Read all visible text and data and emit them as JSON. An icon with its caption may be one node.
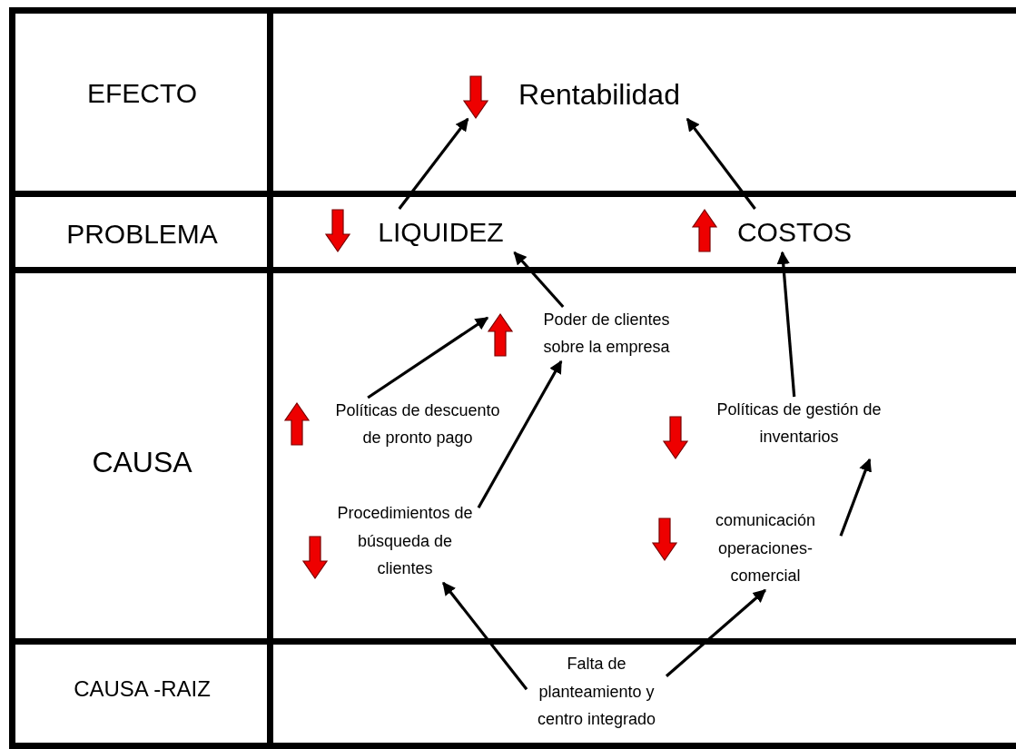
{
  "diagram": {
    "nodes": [
      {
        "text": [
          "Rentabilidad"
        ]
      },
      {
        "text": [
          "LIQUIDEZ"
        ]
      },
      {
        "text": [
          "COSTOS"
        ]
      },
      {
        "text": [
          "Poder de clientes sobre la empresa"
        ]
      },
      {
        "text": [
          "Políticas de descuento de pronto pago"
        ]
      },
      {
        "text": [
          "Políticas de gestión de inventarios"
        ]
      },
      {
        "text": [
          "Procedimientos de búsqueda de clientes"
        ]
      },
      {
        "text": [
          "comunicación operaciones-comercial"
        ]
      },
      {
        "text": [
          "Falta de planteamiento y centro integrado"
        ]
      }
    ],
    "edges": [
      {
        "from": 1,
        "to": 0,
        "arrow": "to"
      },
      {
        "from": 2,
        "to": 0,
        "arrow": "to"
      },
      {
        "from": 3,
        "to": 1,
        "arrow": "to"
      },
      {
        "from": 4,
        "to": 3,
        "arrow": "to"
      },
      {
        "from": 6,
        "to": 3,
        "arrow": "to"
      },
      {
        "from": 5,
        "to": 2,
        "arrow": "to"
      },
      {
        "from": 7,
        "to": 5,
        "arrow": "to"
      },
      {
        "from": 8,
        "to": 6,
        "arrow": "to"
      },
      {
        "from": 8,
        "to": 7,
        "arrow": "to"
      }
    ],
    "labels": [
      "EFECTO",
      "PROBLEMA",
      "CAUSA",
      "CAUSA -RAIZ"
    ]
  }
}
